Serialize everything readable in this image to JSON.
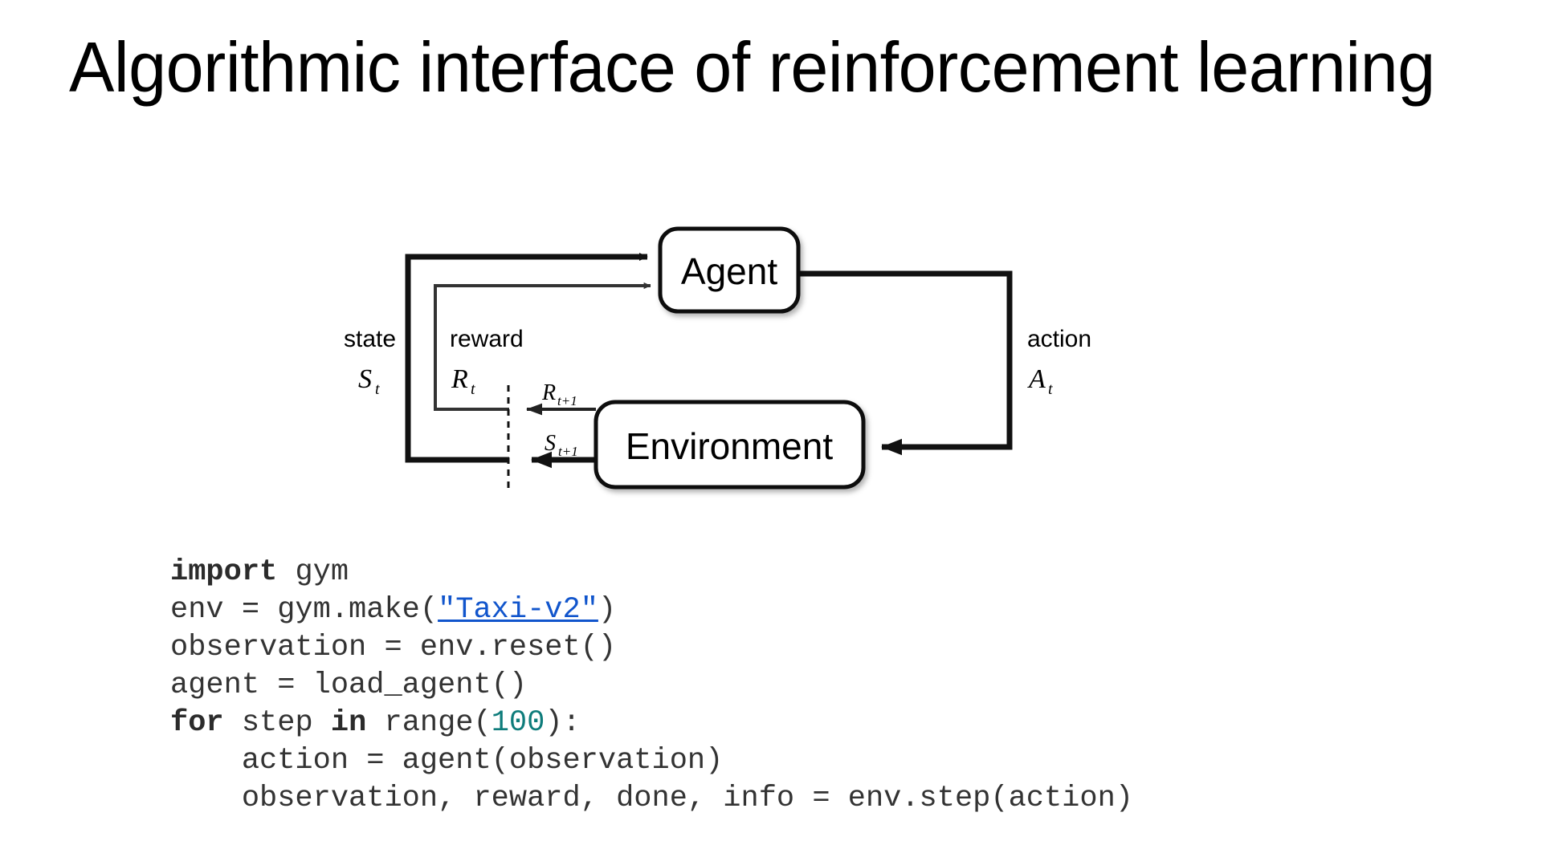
{
  "slide": {
    "title": "Algorithmic interface of reinforcement learning",
    "background_color": "#ffffff",
    "text_color": "#000000"
  },
  "diagram": {
    "name": "agent-environment-interaction-loop",
    "nodes": [
      {
        "id": "agent",
        "label": "Agent"
      },
      {
        "id": "environment",
        "label": "Environment"
      }
    ],
    "edge_labels": {
      "state_word": "state",
      "state_symbol": "S",
      "state_subscript": "t",
      "reward_word": "reward",
      "reward_symbol": "R",
      "reward_subscript": "t",
      "action_word": "action",
      "action_symbol": "A",
      "action_subscript": "t",
      "next_reward_symbol": "R",
      "next_reward_subscript": "t+1",
      "next_state_symbol": "S",
      "next_state_subscript": "t+1"
    },
    "stroke_color": "#111111",
    "box_fill": "#ffffff"
  },
  "code": {
    "language": "python",
    "link_color": "#1155cc",
    "number_color": "#0e7c7b",
    "text_color": "#333333",
    "lines": [
      {
        "tokens": [
          {
            "t": "import",
            "s": "kw"
          },
          {
            "t": " gym",
            "s": ""
          }
        ]
      },
      {
        "tokens": [
          {
            "t": "env = gym.make(",
            "s": ""
          },
          {
            "t": "\"Taxi-v2\"",
            "s": "link"
          },
          {
            "t": ")",
            "s": ""
          }
        ]
      },
      {
        "tokens": [
          {
            "t": "observation = env.reset()",
            "s": ""
          }
        ]
      },
      {
        "tokens": [
          {
            "t": "agent = load_agent()",
            "s": ""
          }
        ]
      },
      {
        "tokens": [
          {
            "t": "for",
            "s": "kw"
          },
          {
            "t": " step ",
            "s": ""
          },
          {
            "t": "in",
            "s": "kw"
          },
          {
            "t": " range(",
            "s": ""
          },
          {
            "t": "100",
            "s": "num"
          },
          {
            "t": "):",
            "s": ""
          }
        ]
      },
      {
        "tokens": [
          {
            "t": "    action = agent(observation)",
            "s": ""
          }
        ]
      },
      {
        "tokens": [
          {
            "t": "    observation, reward, done, info = env.step(action)",
            "s": ""
          }
        ]
      }
    ],
    "plain_text": "import gym\nenv = gym.make(\"Taxi-v2\")\nobservation = env.reset()\nagent = load_agent()\nfor step in range(100):\n    action = agent(observation)\n    observation, reward, done, info = env.step(action)"
  }
}
